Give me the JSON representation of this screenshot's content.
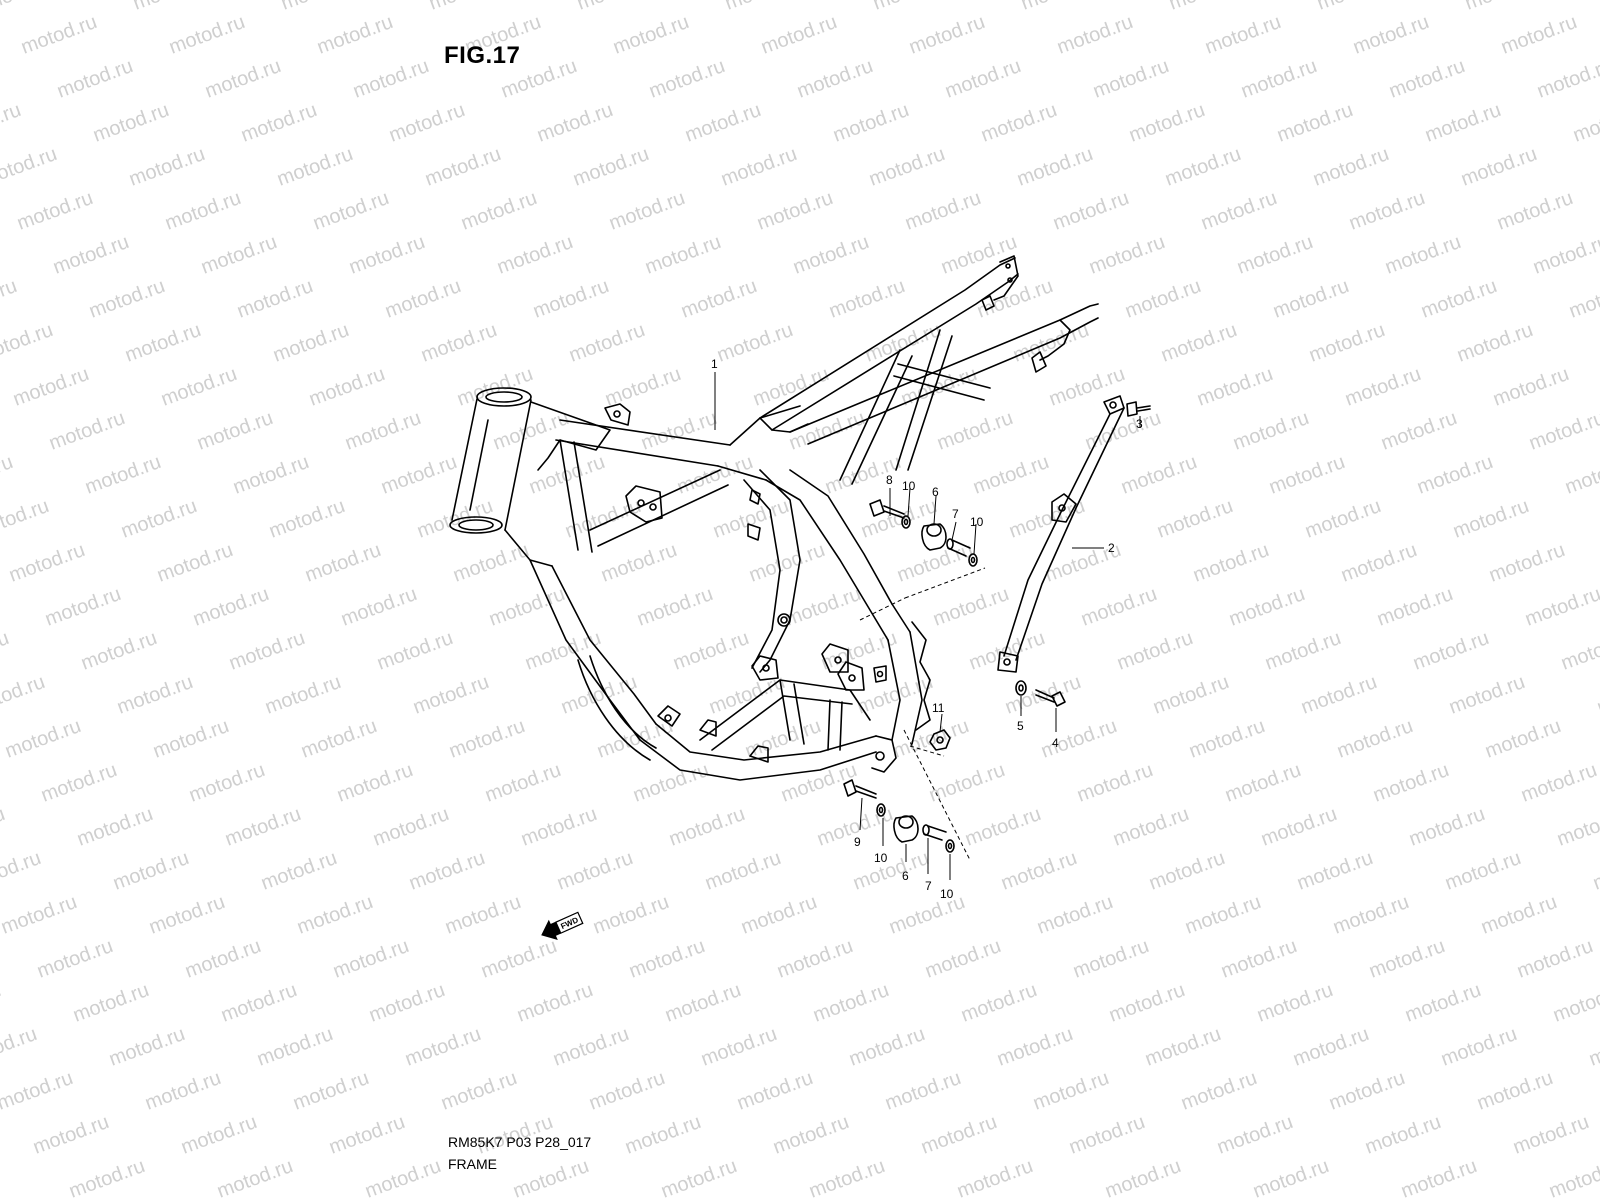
{
  "figure": {
    "title": "FIG.17",
    "code": "RM85K7 P03 P28_017",
    "name": "FRAME"
  },
  "watermark": {
    "text": "motod.ru",
    "color": "#cfcfcf"
  },
  "direction_marker": {
    "label": "FWD",
    "icon": "arrow-left-icon"
  },
  "callouts": {
    "c1": "1",
    "c2": "2",
    "c3": "3",
    "c4": "4",
    "c5": "5",
    "c6a": "6",
    "c6b": "6",
    "c7a": "7",
    "c7b": "7",
    "c8": "8",
    "c9": "9",
    "c10a": "10",
    "c10b": "10",
    "c10c": "10",
    "c10d": "10",
    "c11": "11"
  }
}
